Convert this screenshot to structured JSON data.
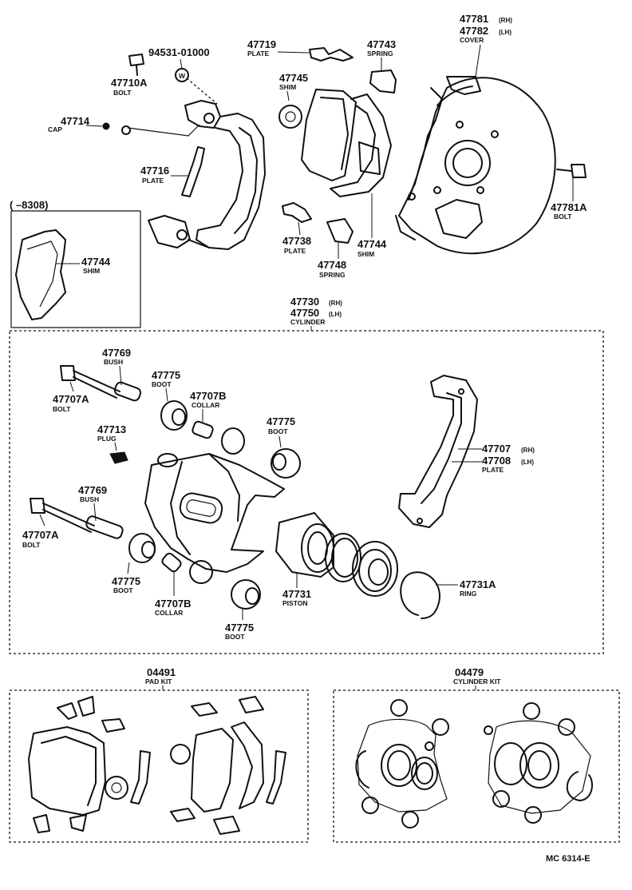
{
  "parts": {
    "bolt_47710a": {
      "number": "47710A",
      "name": "BOLT"
    },
    "washer": {
      "number": "94531-01000",
      "symbol": "W"
    },
    "cap": {
      "number": "47714",
      "name": "CAP"
    },
    "plate_47716": {
      "number": "47716",
      "name": "PLATE"
    },
    "plate_47719": {
      "number": "47719",
      "name": "PLATE"
    },
    "shim_47745": {
      "number": "47745",
      "name": "SHIM"
    },
    "spring_47743": {
      "number": "47743",
      "name": "SPRING"
    },
    "cover": {
      "number_rh": "47781",
      "tag_rh": "(RH)",
      "number_lh": "47782",
      "tag_lh": "(LH)",
      "name": "COVER"
    },
    "bolt_47781a": {
      "number": "47781A",
      "name": "BOLT"
    },
    "plate_47738": {
      "number": "47738",
      "name": "PLATE"
    },
    "shim_47744": {
      "number": "47744",
      "name": "SHIM"
    },
    "spring_47748": {
      "number": "47748",
      "name": "SPRING"
    },
    "cylinder": {
      "number_rh": "47730",
      "tag_rh": "(RH)",
      "number_lh": "47750",
      "tag_lh": "(LH)",
      "name": "CYLINDER"
    },
    "bush_upper": {
      "number": "47769",
      "name": "BUSH"
    },
    "bolt_upper": {
      "number": "47707A",
      "name": "BOLT"
    },
    "boot_upper_left": {
      "number": "47775",
      "name": "BOOT"
    },
    "collar_upper": {
      "number": "47707B",
      "name": "COLLAR"
    },
    "plug": {
      "number": "47713",
      "name": "PLUG"
    },
    "boot_upper_right": {
      "number": "47775",
      "name": "BOOT"
    },
    "plate_47707": {
      "number_rh": "47707",
      "tag_rh": "(RH)",
      "number_lh": "47708",
      "tag_lh": "(LH)",
      "name": "PLATE"
    },
    "bush_lower": {
      "number": "47769",
      "name": "BUSH"
    },
    "bolt_lower": {
      "number": "47707A",
      "name": "BOLT"
    },
    "boot_lower_left": {
      "number": "47775",
      "name": "BOOT"
    },
    "collar_lower": {
      "number": "47707B",
      "name": "COLLAR"
    },
    "boot_lower": {
      "number": "47775",
      "name": "BOOT"
    },
    "piston": {
      "number": "47731",
      "name": "PISTON"
    },
    "ring": {
      "number": "47731A",
      "name": "RING"
    }
  },
  "inset": {
    "range": "(    –8308)",
    "part_number": "47744",
    "part_name": "SHIM"
  },
  "kits": {
    "pad": {
      "number": "04491",
      "name": "PAD KIT"
    },
    "cylinder": {
      "number": "04479",
      "name": "CYLINDER KIT"
    }
  },
  "reference": "MC 6314-E"
}
